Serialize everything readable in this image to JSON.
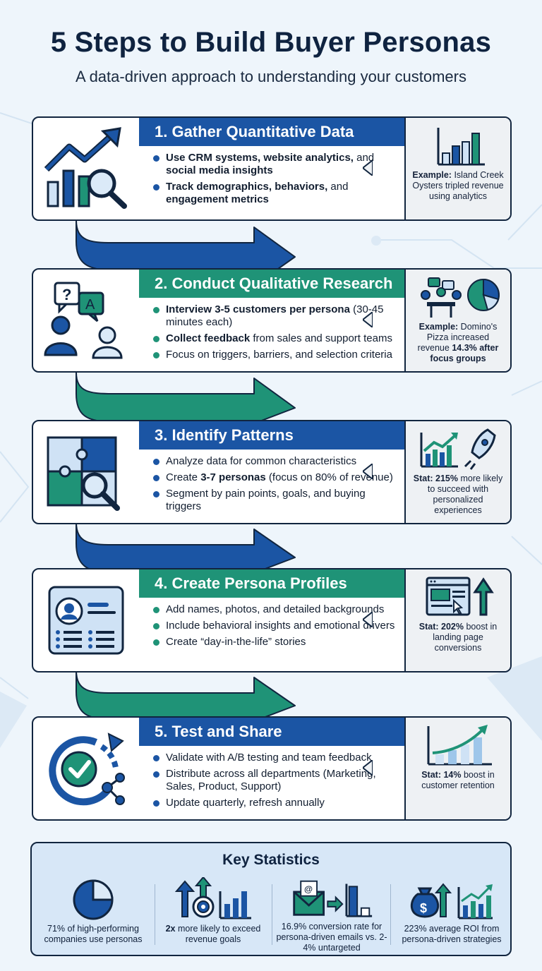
{
  "header": {
    "title": "5 Steps to Build Buyer Personas",
    "subtitle": "A data-driven approach to understanding your customers"
  },
  "colors": {
    "navy": "#0f2340",
    "blue": "#1b55a4",
    "green": "#1f9377",
    "side_bg": "#eef1f4",
    "stats_bg": "#d7e7f7"
  },
  "steps": [
    {
      "title": "1. Gather Quantitative Data",
      "icon": "growth-chart-magnifier-icon",
      "side_icon": "bar-chart-icon",
      "bullets": [
        {
          "bold": "Use CRM systems, website analytics,",
          "text": " and ",
          "bold2": "social media insights"
        },
        {
          "bold": "Track demographics, behaviors,",
          "text": " and ",
          "bold2": "engagement metrics"
        }
      ],
      "side": {
        "label": "Example:",
        "text": " Island Creek Oysters tripled revenue using analytics"
      }
    },
    {
      "title": "2. Conduct Qualitative Research",
      "icon": "interview-chat-icon",
      "side_icon": "meeting-pie-icon",
      "bullets": [
        {
          "bold": "Interview 3-5 customers per persona",
          "text": " (30-45 minutes each)"
        },
        {
          "bold": "Collect feedback",
          "text": " from sales and support teams"
        },
        {
          "bold": "",
          "text": "Focus on triggers, barriers, and selection criteria"
        }
      ],
      "side": {
        "label": "Example:",
        "text": " Domino's Pizza increased revenue ",
        "bold_tail": "14.3% after focus groups"
      }
    },
    {
      "title": "3. Identify Patterns",
      "icon": "puzzle-magnifier-icon",
      "side_icon": "chart-rocket-icon",
      "bullets": [
        {
          "bold": "",
          "text": "Analyze data for common characteristics"
        },
        {
          "pre": "Create ",
          "bold": "3-7 personas",
          "text": " (focus on 80% of revenue)"
        },
        {
          "bold": "",
          "text": "Segment by pain points, goals, and buying triggers"
        }
      ],
      "side": {
        "label": "Stat: 215%",
        "text": " more likely to succeed with personalized experiences"
      }
    },
    {
      "title": "4. Create Persona Profiles",
      "icon": "profile-card-icon",
      "side_icon": "landing-page-up-arrow-icon",
      "bullets": [
        {
          "bold": "",
          "text": "Add names, photos, and detailed backgrounds"
        },
        {
          "bold": "",
          "text": "Include behavioral insights and emotional drivers"
        },
        {
          "bold": "",
          "text": "Create “day-in-the-life” stories"
        }
      ],
      "side": {
        "label": "Stat: 202%",
        "text": " boost in landing page conversions"
      }
    },
    {
      "title": "5. Test and Share",
      "icon": "cycle-check-share-icon",
      "side_icon": "growth-bars-icon",
      "bullets": [
        {
          "bold": "",
          "text": "Validate with A/B testing and team feedback"
        },
        {
          "bold": "",
          "text": "Distribute across all departments (Marketing, Sales, Product, Support)"
        },
        {
          "bold": "",
          "text": "Update quarterly, refresh annually"
        }
      ],
      "side": {
        "label": "Stat: 14%",
        "text": " boost in customer retention"
      }
    }
  ],
  "key_statistics": {
    "title": "Key Statistics",
    "items": [
      {
        "icon": "pie-chart-icon",
        "text": "71% of high-performing companies use personas"
      },
      {
        "icon": "target-growth-icon",
        "bold": "2x",
        "text": " more likely to exceed revenue goals"
      },
      {
        "icon": "email-conversion-icon",
        "text": "16.9% conversion rate for persona-driven emails vs. 2-4% untargeted"
      },
      {
        "icon": "money-growth-icon",
        "text": "223% average ROI from persona-driven strategies"
      }
    ]
  }
}
